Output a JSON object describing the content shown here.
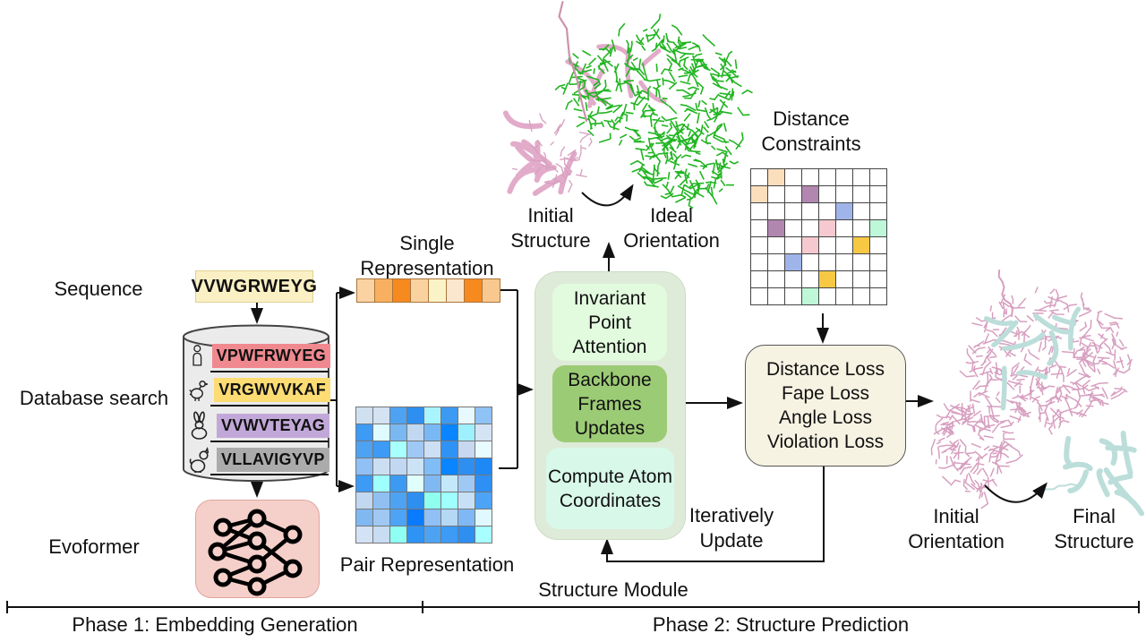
{
  "labels": {
    "sequence": "Sequence",
    "database_search": "Database search",
    "evoformer": "Evoformer",
    "structure_module": "Structure Module",
    "iteratively_update": "Iteratively Update",
    "phase1": "Phase 1: Embedding Generation",
    "phase2": "Phase 2: Structure Prediction"
  },
  "sequence_box": {
    "value": "VVWGRWEYG",
    "bg": "#FAF0C4"
  },
  "database": {
    "rows": [
      {
        "species": "human",
        "sequence": "VPWFRWYEG",
        "color": "#F0898F"
      },
      {
        "species": "chicken",
        "sequence": "VRGWVVKAF",
        "color": "#FCDC73"
      },
      {
        "species": "rabbit",
        "sequence": "VVWVTEYAG",
        "color": "#C2A8D8"
      },
      {
        "species": "dog",
        "sequence": "VLLAVIGYVP",
        "color": "#ABABAB"
      }
    ]
  },
  "single_representation": {
    "title": "Single Representation",
    "cells": [
      "#FBD3A2",
      "#F8B060",
      "#F68A1E",
      "#FAD2A0",
      "#FAF3C8",
      "#FBE6CE",
      "#F68A1E",
      "#F9C88E"
    ]
  },
  "pair_representation": {
    "title": "Pair Representation",
    "grid": [
      [
        "#CFE0F0",
        "#D4E2F2",
        "#4DA3F2",
        "#2E8FF0",
        "#A8F5FF",
        "#3D9AF2",
        "#E8F8FF",
        "#8FC2F5"
      ],
      [
        "#3D9AF5",
        "#DFFBFF",
        "#7AB8F2",
        "#C2D8F0",
        "#7AB8F5",
        "#0A84FF",
        "#9FF0FF",
        "#D4E4F5"
      ],
      [
        "#4DA3F2",
        "#3D9AF5",
        "#A8FFFF",
        "#A0C8F5",
        "#CCDFF5",
        "#2E93F5",
        "#C8D8F0",
        "#E8FBFF"
      ],
      [
        "#90C0F5",
        "#CCDFF2",
        "#C2D8F2",
        "#CCE2F5",
        "#80BCF5",
        "#0A84FF",
        "#2E8FF0",
        "#1E88F5"
      ],
      [
        "#3D9AF5",
        "#9FFFFF",
        "#3D9AF2",
        "#E0FFFA",
        "#80B8F2",
        "#C2E8FA",
        "#A0C8F5",
        "#2E8FF5"
      ],
      [
        "#C2D8F0",
        "#90C0F2",
        "#4DA3F2",
        "#2E8FF0",
        "#8FFFF0",
        "#9FFFFF",
        "#C8E0F5",
        "#4DA3F5"
      ],
      [
        "#80B8F2",
        "#A0C8F2",
        "#4DA3F5",
        "#0A7AFF",
        "#90C0F5",
        "#B5D8F5",
        "#80B8F5",
        "#E0F8FF"
      ],
      [
        "#D4E2F5",
        "#C8DCF2",
        "#8FFFF5",
        "#2E93F5",
        "#4DA3F2",
        "#3D9AF5",
        "#2E8FF0",
        "#A8FFFF"
      ]
    ]
  },
  "structure_module": {
    "bg": "#DEEBD8",
    "blocks": [
      {
        "label": "Invariant Point Attention",
        "bg": "#E2FBDE"
      },
      {
        "label": "Backbone Frames Updates",
        "bg": "#9CCB75"
      },
      {
        "label": "Compute Atom Coordinates",
        "bg": "#D8F8EA"
      }
    ]
  },
  "distance_constraints": {
    "title": "Distance Constraints",
    "size": 8,
    "colored_cells": [
      {
        "r": 0,
        "c": 1,
        "color": "#FBDFBC"
      },
      {
        "r": 1,
        "c": 0,
        "color": "#FBDFBC"
      },
      {
        "r": 1,
        "c": 3,
        "color": "#B287AF"
      },
      {
        "r": 3,
        "c": 1,
        "color": "#B287AF"
      },
      {
        "r": 2,
        "c": 5,
        "color": "#9FB5E9"
      },
      {
        "r": 5,
        "c": 2,
        "color": "#9FB5E9"
      },
      {
        "r": 3,
        "c": 4,
        "color": "#F6C9D0"
      },
      {
        "r": 4,
        "c": 3,
        "color": "#F6C9D0"
      },
      {
        "r": 3,
        "c": 7,
        "color": "#BFF7D9"
      },
      {
        "r": 7,
        "c": 3,
        "color": "#BFF7D9"
      },
      {
        "r": 4,
        "c": 6,
        "color": "#F6C844"
      },
      {
        "r": 6,
        "c": 4,
        "color": "#F6C844"
      }
    ]
  },
  "loss_box": {
    "bg": "#F7F3E3",
    "lines": [
      "Distance Loss",
      "Fape Loss",
      "Angle Loss",
      "Violation Loss"
    ]
  },
  "figures": {
    "top": {
      "left_label": "Initial Structure",
      "right_label": "Ideal Orientation"
    },
    "right": {
      "left_label": "Initial Orientation",
      "right_label": "Final Structure"
    }
  },
  "art_colors": {
    "green_sticks": "#21B521",
    "pink_ribbon": "#E2ABC9",
    "pink_sticks": "#D79FC0",
    "teal_ribbon": "#BCDEDA"
  }
}
